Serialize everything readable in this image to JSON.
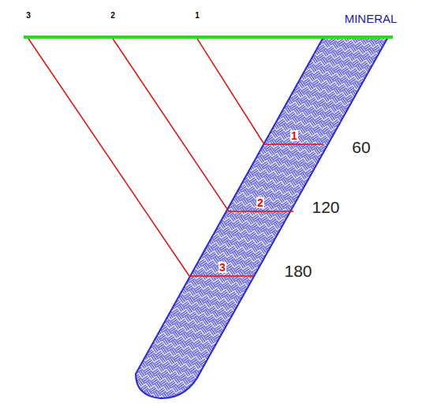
{
  "diagram": {
    "labels": [
      "3",
      "2",
      "1",
      "MINERAL",
      "60",
      "120",
      "180",
      "1",
      "2",
      "3"
    ]
  }
}
